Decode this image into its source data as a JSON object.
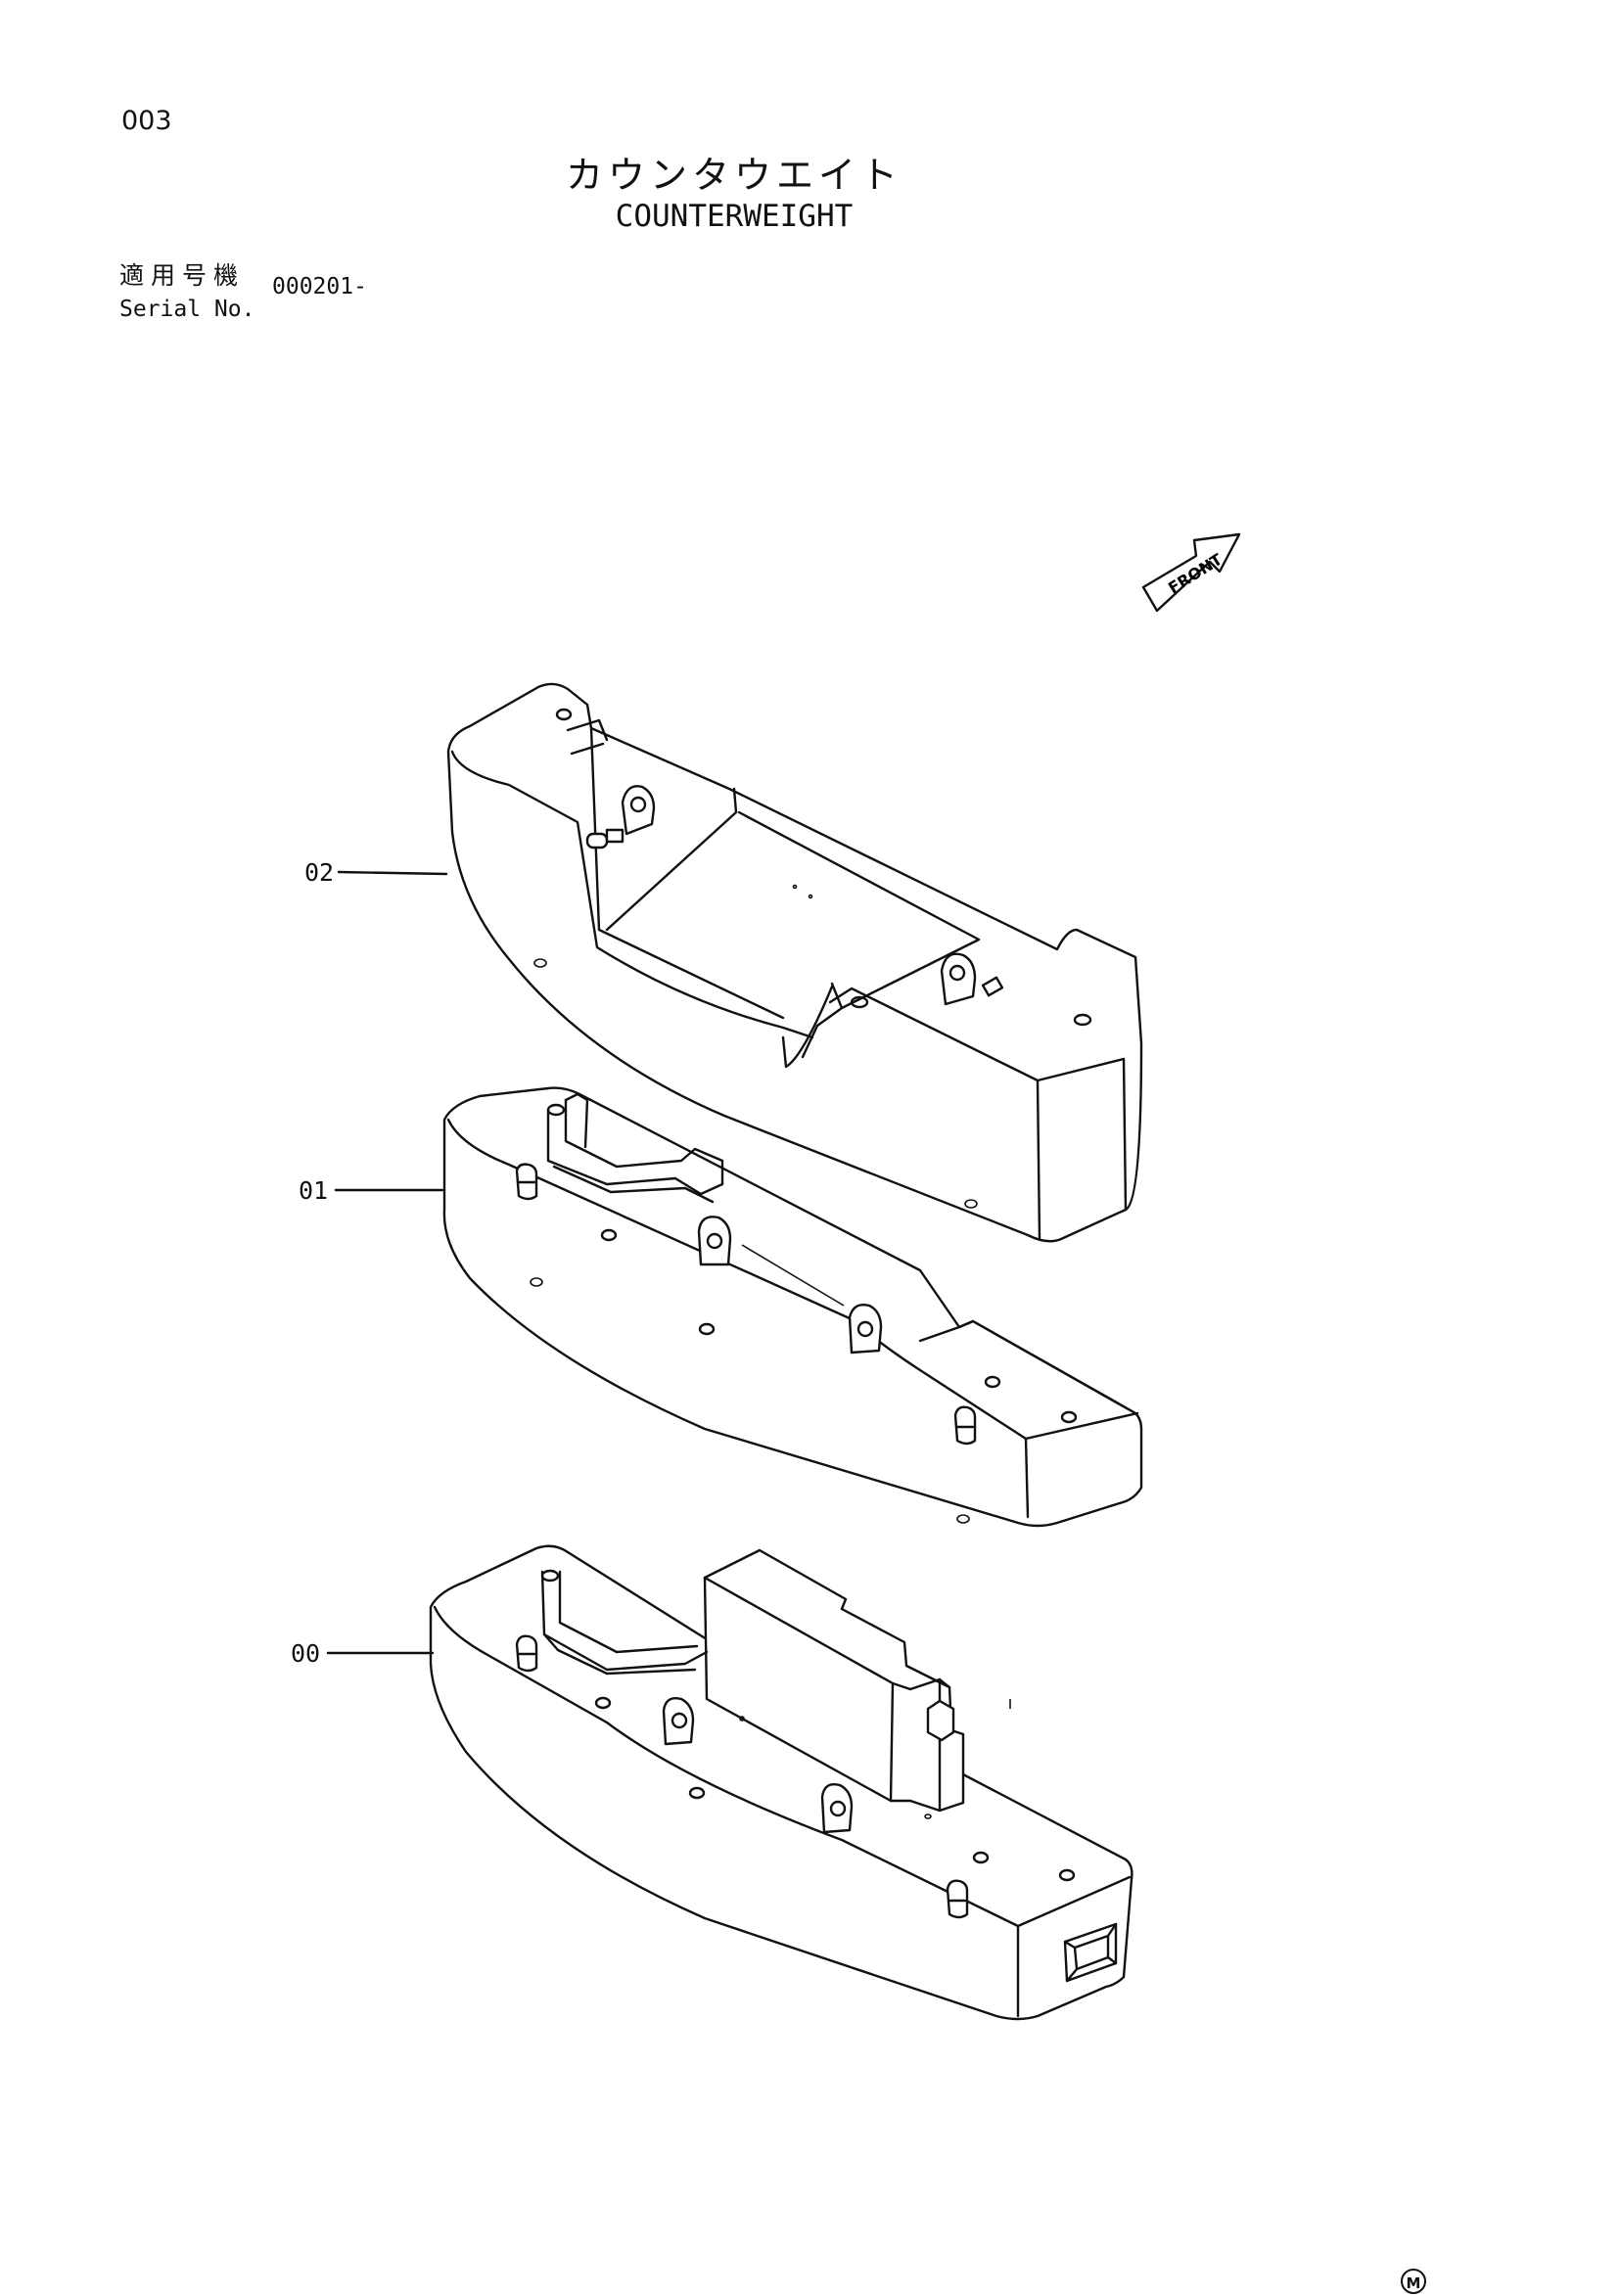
{
  "page": {
    "number": "003",
    "title_jp": "カウンタウエイト",
    "title_en": "COUNTERWEIGHT"
  },
  "serial": {
    "label_jp": "適用号機",
    "label_en": "Serial No.",
    "value": "000201-"
  },
  "front_arrow": {
    "label": "FRONT"
  },
  "callouts": [
    "02",
    "01",
    "00"
  ],
  "maker_mark": "M"
}
